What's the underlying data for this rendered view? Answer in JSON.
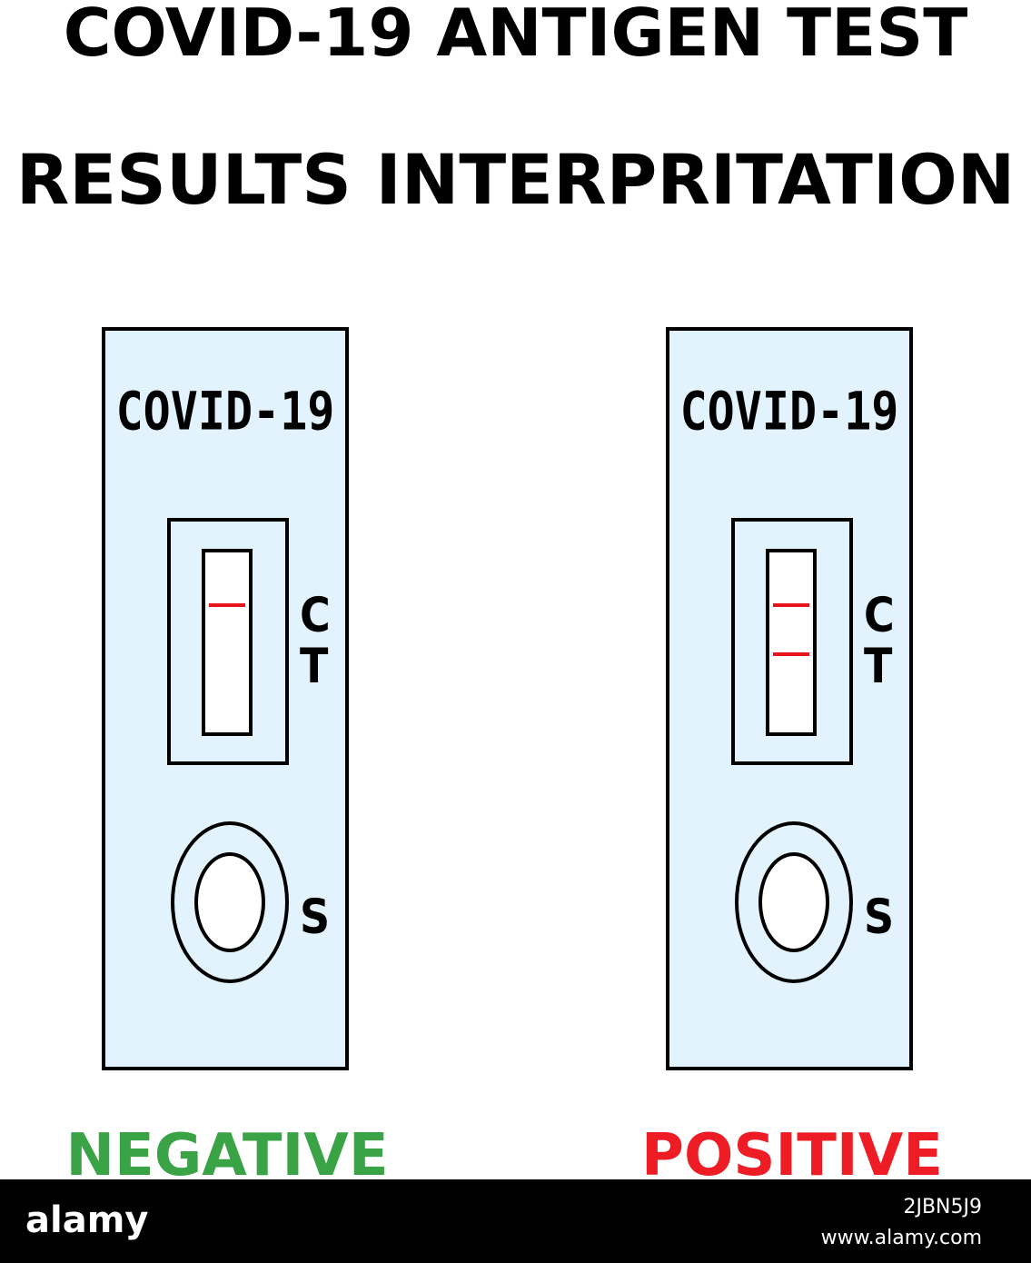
{
  "title": {
    "line1": "COVID-19 ANTIGEN TEST",
    "line2": "RESULTS INTERPRITATION"
  },
  "colors": {
    "cassette": "#e2f3fd",
    "positive_line": "#e8141b",
    "negative_text": "#3aa346",
    "positive_text": "#ee1c24"
  },
  "cassettes": [
    {
      "label": "COVID-19",
      "control_mark": "C",
      "test_mark": "T",
      "sample_mark": "S",
      "result": "NEGATIVE",
      "control_line": true,
      "test_line": false
    },
    {
      "label": "COVID-19",
      "control_mark": "C",
      "test_mark": "T",
      "sample_mark": "S",
      "result": "POSITIVE",
      "control_line": true,
      "test_line": true
    }
  ],
  "footer": {
    "logo": "alamy",
    "image_id": "2JBN5J9",
    "site": "www.alamy.com"
  }
}
